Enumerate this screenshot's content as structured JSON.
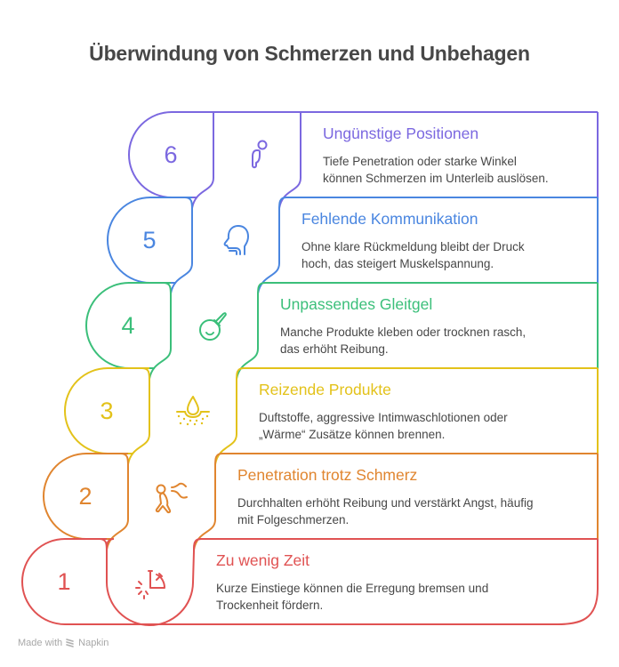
{
  "title": "Überwindung von Schmerzen und Unbehagen",
  "steps": [
    {
      "number": "6",
      "heading": "Ungünstige Positionen",
      "description_lines": [
        "Tiefe Penetration oder starke Winkel",
        "können Schmerzen im Unterleib auslösen."
      ],
      "icon": "person-bent-icon",
      "color": "#7b68e0"
    },
    {
      "number": "5",
      "heading": "Fehlende Kommunikation",
      "description_lines": [
        "Ohne klare Rückmeldung bleibt der Druck",
        "hoch, das steigert Muskelspannung."
      ],
      "icon": "head-throat-icon",
      "color": "#4a86e0"
    },
    {
      "number": "4",
      "heading": "Unpassendes Gleitgel",
      "description_lines": [
        "Manche Produkte kleben oder trocknen rasch,",
        "das erhöht Reibung."
      ],
      "icon": "lubricant-bottle-icon",
      "color": "#3bbf7a"
    },
    {
      "number": "3",
      "heading": "Reizende Produkte",
      "description_lines": [
        "Duftstoffe, aggressive Intimwaschlotionen oder",
        "„Wärme“ Zusätze können brennen."
      ],
      "icon": "skin-drop-icon",
      "color": "#e3c21a"
    },
    {
      "number": "2",
      "heading": "Penetration trotz Schmerz",
      "description_lines": [
        "Durchhalten erhöht Reibung und verstärkt Angst, häufig",
        "mit Folgeschmerzen."
      ],
      "icon": "person-pain-icon",
      "color": "#e0852f"
    },
    {
      "number": "1",
      "heading": "Zu wenig Zeit",
      "description_lines": [
        "Kurze Einstiege können die Erregung bremsen und",
        "Trockenheit fördern."
      ],
      "icon": "stopwatch-icon",
      "color": "#e05252"
    }
  ],
  "footer": {
    "made_with": "Made with",
    "brand": "Napkin"
  }
}
